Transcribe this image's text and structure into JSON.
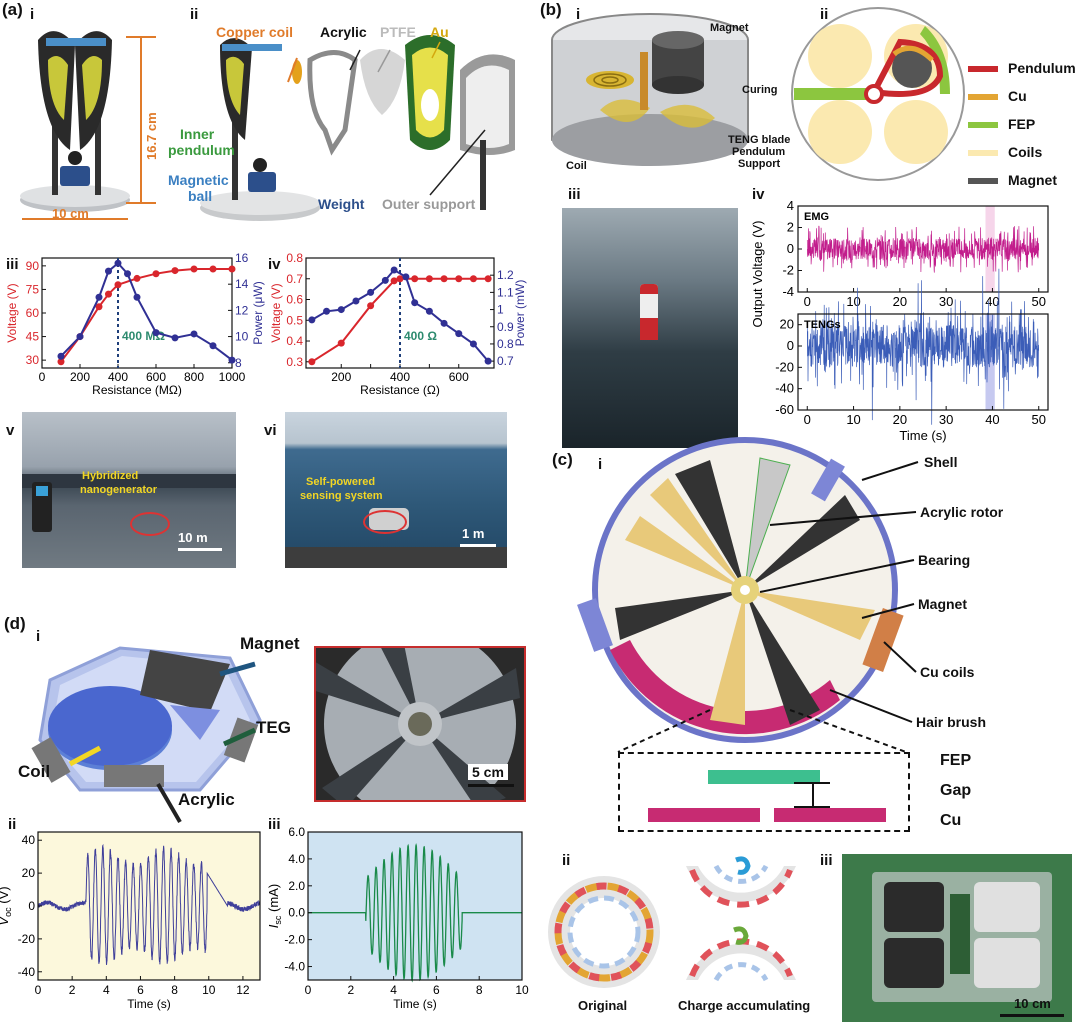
{
  "panel_labels": {
    "a": "(a)",
    "b": "(b)",
    "c": "(c)",
    "d": "(d)"
  },
  "sub_labels": {
    "i": "i",
    "ii": "ii",
    "iii": "iii",
    "iv": "iv",
    "v": "v",
    "vi": "vi"
  },
  "a_i": {
    "height": "16.7 cm",
    "width": "10 cm"
  },
  "a_ii": {
    "copper_coil": "Copper coil",
    "acrylic": "Acrylic",
    "ptfe": "PTFE",
    "au": "Au",
    "inner_pendulum_1": "Inner",
    "inner_pendulum_2": "pendulum",
    "magnetic_ball_1": "Magnetic",
    "magnetic_ball_2": "ball",
    "weight": "Weight",
    "outer_support": "Outer support"
  },
  "a_v": {
    "label_1": "Hybridized",
    "label_2": "nanogenerator",
    "scale": "10 m"
  },
  "a_vi": {
    "label_1": "Self-powered",
    "label_2": "sensing system",
    "scale": "1 m"
  },
  "b_i": {
    "magnet": "Magnet",
    "curing": "Curing",
    "teng_blade": "TENG blade",
    "pendulum": "Pendulum",
    "support": "Support",
    "coil": "Coil"
  },
  "b_ii_legend": [
    {
      "name": "Pendulum",
      "color": "#c8282d"
    },
    {
      "name": "Cu",
      "color": "#e3a533"
    },
    {
      "name": "FEP",
      "color": "#8cc63f"
    },
    {
      "name": "Coils",
      "color": "#fbe9b0"
    },
    {
      "name": "Magnet",
      "color": "#555555"
    }
  ],
  "c_i": {
    "shell": "Shell",
    "acrylic_rotor": "Acrylic rotor",
    "bearing": "Bearing",
    "magnet": "Magnet",
    "cu_coils": "Cu coils",
    "hair_brush": "Hair brush",
    "fep": "FEP",
    "gap": "Gap",
    "cu": "Cu"
  },
  "c_ii": {
    "original": "Original",
    "charge": "Charge accumulating"
  },
  "c_iii": {
    "scale": "10 cm"
  },
  "d_i": {
    "magnet": "Magnet",
    "teg": "TEG",
    "coil": "Coil",
    "acrylic": "Acrylic",
    "scale": "5 cm"
  },
  "chart_data": [
    {
      "id": "a-iii",
      "type": "line",
      "xlabel": "Resistance (MΩ)",
      "ylabel": "Voltage (V)",
      "y2label": "Power (μW)",
      "xlim": [
        0,
        1000
      ],
      "ylim": [
        25,
        95
      ],
      "y2lim": [
        7.6,
        16
      ],
      "xticks": [
        0,
        200,
        400,
        600,
        800,
        1000
      ],
      "yticks": [
        30,
        45,
        60,
        75,
        90
      ],
      "y2ticks": [
        8,
        10,
        12,
        14,
        16
      ],
      "annotation": "400 MΩ",
      "marker_x": 400,
      "series": [
        {
          "axis": "left",
          "color": "#d9262c",
          "x": [
            100,
            200,
            300,
            350,
            400,
            500,
            600,
            700,
            800,
            900,
            1000
          ],
          "y": [
            29,
            45,
            64,
            72,
            78,
            82,
            85,
            87,
            88,
            88,
            88
          ]
        },
        {
          "axis": "right",
          "color": "#303094",
          "x": [
            100,
            200,
            300,
            350,
            400,
            450,
            500,
            600,
            700,
            800,
            900,
            1000
          ],
          "y": [
            8.5,
            10.0,
            13.0,
            15.0,
            15.6,
            14.8,
            13.0,
            10.3,
            9.9,
            10.2,
            9.3,
            8.2
          ]
        }
      ]
    },
    {
      "id": "a-iv",
      "type": "line",
      "xlabel": "Resistance (Ω)",
      "ylabel": "Voltage (V)",
      "y2label": "Power (mW)",
      "xlim": [
        80,
        720
      ],
      "ylim": [
        0.27,
        0.8
      ],
      "y2lim": [
        0.66,
        1.3
      ],
      "xticks": [
        200,
        300,
        400,
        500,
        600
      ],
      "xticklabels": [
        "200",
        "",
        "400",
        "",
        "600"
      ],
      "yticks": [
        0.3,
        0.4,
        0.5,
        0.6,
        0.7,
        0.8
      ],
      "y2ticks": [
        0.7,
        0.8,
        0.9,
        1.0,
        1.1,
        1.2
      ],
      "annotation": "400 Ω",
      "marker_x": 400,
      "series": [
        {
          "axis": "left",
          "color": "#d9262c",
          "x": [
            100,
            200,
            300,
            380,
            400,
            450,
            500,
            550,
            600,
            650,
            700
          ],
          "y": [
            0.3,
            0.39,
            0.57,
            0.69,
            0.7,
            0.7,
            0.7,
            0.7,
            0.7,
            0.7,
            0.7
          ]
        },
        {
          "axis": "right",
          "color": "#303094",
          "x": [
            100,
            150,
            200,
            250,
            300,
            350,
            380,
            420,
            450,
            500,
            550,
            600,
            650,
            700
          ],
          "y": [
            0.94,
            0.99,
            1.0,
            1.05,
            1.1,
            1.17,
            1.23,
            1.19,
            1.04,
            0.99,
            0.92,
            0.86,
            0.8,
            0.7
          ]
        }
      ]
    },
    {
      "id": "b-iv-emg",
      "type": "line",
      "label": "EMG",
      "xlim": [
        -2,
        52
      ],
      "ylim": [
        -4,
        4
      ],
      "yticks": [
        -4,
        -2,
        0,
        2,
        4
      ],
      "xticks": [
        0,
        10,
        20,
        30,
        40,
        50
      ],
      "color": "#c21d8c",
      "duration": 50,
      "amplitude": 1.0,
      "highlight": [
        38.5,
        40.5
      ]
    },
    {
      "id": "b-iv-teng",
      "type": "line",
      "label": "TENGs",
      "xlim": [
        -2,
        52
      ],
      "ylim": [
        -60,
        30
      ],
      "yticks": [
        -60,
        -40,
        -20,
        0,
        20
      ],
      "xticks": [
        0,
        10,
        20,
        30,
        40,
        50
      ],
      "xlabel": "Time (s)",
      "ylabel": "Output Voltage (V)",
      "color": "#3b5db8",
      "duration": 50,
      "amplitude": 20,
      "highlight": [
        38.5,
        40.5
      ]
    },
    {
      "id": "d-ii",
      "type": "line",
      "xlabel": "Time (s)",
      "ylabel": "V",
      "ylabel_sub": "oc",
      "ylabel_unit": " (V)",
      "xlim": [
        0,
        13
      ],
      "ylim": [
        -45,
        45
      ],
      "xticks": [
        0,
        2,
        4,
        6,
        8,
        10,
        12
      ],
      "yticks": [
        -40,
        -20,
        0,
        20,
        40
      ],
      "color": "#3f3f9a",
      "background": "#fcf8dc",
      "active": [
        2.8,
        9.9
      ],
      "cycles": 16
    },
    {
      "id": "d-iii",
      "type": "line",
      "xlabel": "Time (s)",
      "ylabel": "I",
      "ylabel_sub": "sc",
      "ylabel_unit": " (mA)",
      "xlim": [
        0,
        10
      ],
      "ylim": [
        -5,
        6
      ],
      "xticks": [
        0,
        2,
        4,
        6,
        8,
        10
      ],
      "yticks": [
        -4,
        -2,
        0,
        2,
        4,
        6
      ],
      "yticklabels": [
        "-4.0",
        "-2.0",
        "0.0",
        "2.0",
        "4.0",
        "6.0"
      ],
      "color": "#1a8a4a",
      "background": "#cfe3f2",
      "active": [
        2.7,
        7.2
      ],
      "cycles": 12
    }
  ]
}
